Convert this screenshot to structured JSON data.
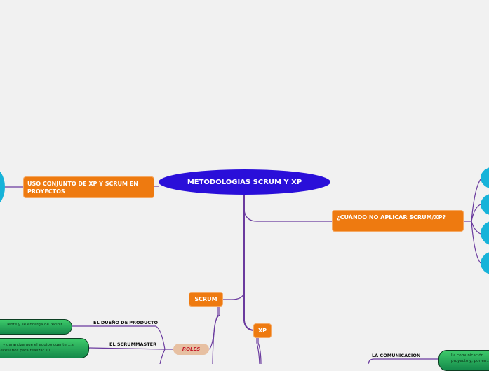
{
  "map": {
    "central_topic": "METODOLOGIAS SCRUM Y XP",
    "branches": {
      "uso_conjunto": "USO CONJUNTO DE XP Y SCRUM EN PROYECTOS",
      "cuando_no": "¿CUÁNDO NO APLICAR SCRUM/XP?",
      "scrum": "SCRUM",
      "xp": "XP"
    },
    "scrum": {
      "roles": "ROLES",
      "role_items": [
        {
          "label": "EL DUEÑO DE PRODUCTO",
          "note": "...iente y se encarga de recibir"
        },
        {
          "label": "EL SCRUMMASTER",
          "note": "... y garantiza que el equipo cuente ...s necesarios para realizar su"
        }
      ]
    },
    "xp": {
      "items": [
        {
          "label": "LA COMUNICACIÓN",
          "note": "La comunicación ... proyecto y, por en..."
        }
      ]
    }
  },
  "colors": {
    "background": "#f1f1f1",
    "central": "#2a0fd9",
    "branch": "#ee7a10",
    "connector": "#6a3a9e",
    "subtopic_pill": "#e7c0a2",
    "subtopic_text": "#c41d2c",
    "leaf_green": "#1fa855",
    "leaf_cyan": "#17b3d9"
  }
}
